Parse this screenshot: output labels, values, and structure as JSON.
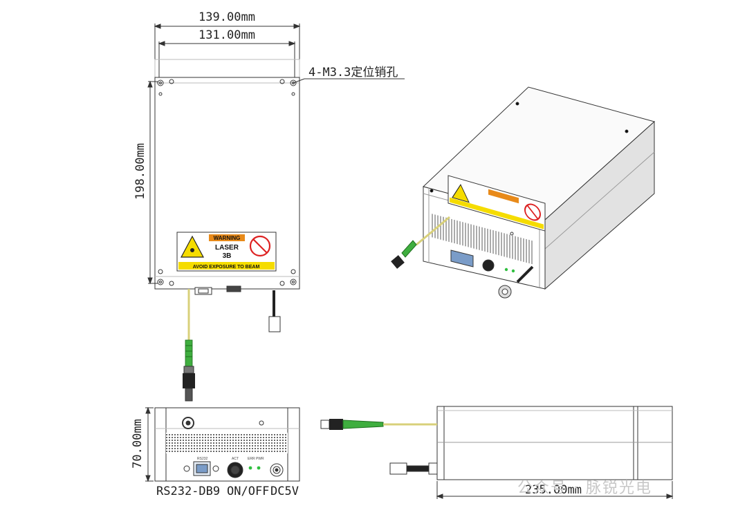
{
  "dimensions": {
    "total_width": "139.00mm",
    "inner_width": "131.00mm",
    "height": "198.00mm",
    "thickness": "70.00mm",
    "length": "235.00mm"
  },
  "callouts": {
    "mount_holes": "4-M3.3定位销孔"
  },
  "ports": {
    "serial": "RS232-DB9",
    "power_switch": "ON/OFF",
    "power_input": "DC5V"
  },
  "panel_labels": {
    "serial_small": "RS232",
    "act": "ACT",
    "err_pwr": "ERR PWR"
  },
  "warning_label": {
    "heading": "WARNING",
    "class_line1": "LASER",
    "class_line2": "3B",
    "footer": "AVOID EXPOSURE TO BEAM"
  },
  "watermark": "公众号 · 脉锐光电",
  "colors": {
    "line": "#333333",
    "warning_yellow": "#f5dc00",
    "warning_orange": "#e88a1a",
    "fiber_yellow": "#d8d07a",
    "connector_green": "#3fae3f",
    "dark_cable": "#222222",
    "led_green": "#2fbf3f"
  }
}
